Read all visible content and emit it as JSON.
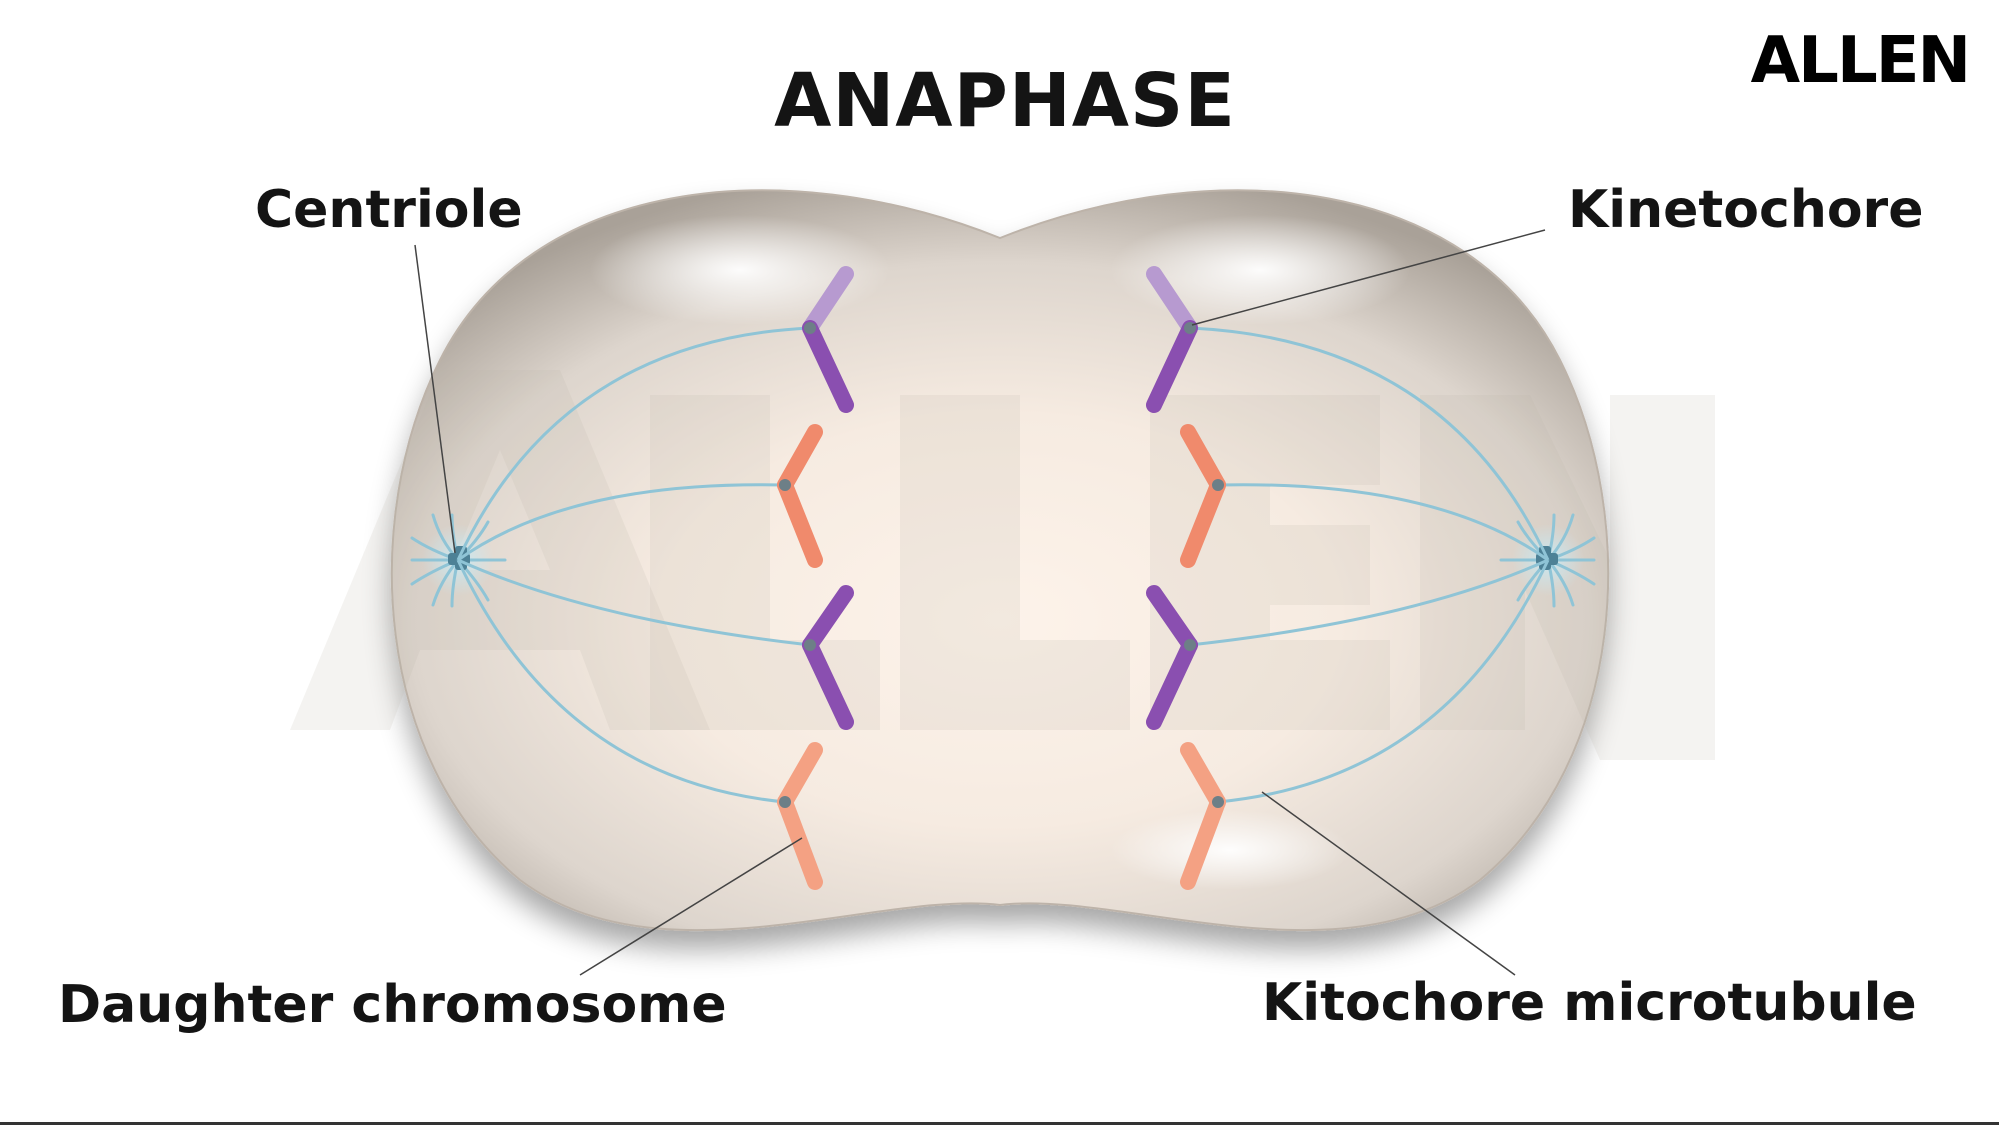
{
  "title": "ANAPHASE",
  "brand": "ALLEN",
  "labels": {
    "centriole": "Centriole",
    "kinetochore": "Kinetochore",
    "daughter_chromosome": "Daughter chromosome",
    "kitochore_microtubule": "Kitochore microtubule"
  },
  "colors": {
    "purple": "#8a4fb0",
    "orange": "#f08a6c",
    "spindle": "#8fc4d6",
    "cell_edge": "#a89f95",
    "cell_center": "#fbf0e7"
  }
}
